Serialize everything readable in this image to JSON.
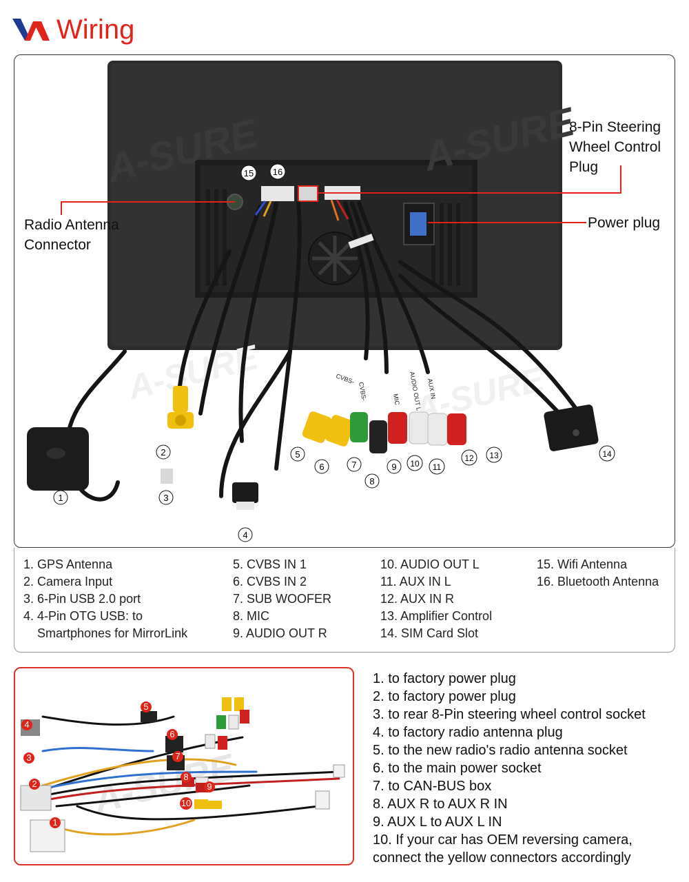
{
  "header": {
    "title": "Wiring"
  },
  "callouts": {
    "radio_antenna": "Radio Antenna Connector",
    "steering_plug": "8-Pin Steering Wheel Control Plug",
    "power_plug": "Power plug"
  },
  "watermark": "A-SURE",
  "legend": {
    "col1": [
      "1. GPS Antenna",
      "2. Camera Input",
      "3. 6-Pin USB 2.0 port",
      "4. 4-Pin OTG USB: to",
      "    Smartphones for MirrorLink"
    ],
    "col2": [
      "5. CVBS IN 1",
      "6. CVBS IN 2",
      "7. SUB WOOFER",
      "8. MIC",
      "9. AUDIO OUT R"
    ],
    "col3": [
      "10. AUDIO OUT L",
      "11. AUX IN L",
      "12. AUX IN R",
      "13. Amplifier Control",
      "14. SIM Card Slot"
    ],
    "col4": [
      "15. Wifi Antenna",
      "16. Bluetooth Antenna"
    ]
  },
  "diagram_numbers": [
    "1",
    "2",
    "3",
    "4",
    "5",
    "6",
    "7",
    "8",
    "9",
    "10",
    "11",
    "12",
    "13",
    "14",
    "15",
    "16"
  ],
  "cable_labels": [
    "CVBS-",
    "CVBS-",
    "MIC",
    "AUDIO OUT L",
    "AUX IN"
  ],
  "harness_list": [
    "1. to factory power plug",
    "2. to factory power plug",
    "3. to rear 8-Pin steering wheel control socket",
    "4. to factory radio antenna plug",
    "5. to the new radio's radio antenna socket",
    "6. to the main power socket",
    "7. to CAN-BUS box",
    "8. AUX R to AUX R IN",
    "9. AUX L to AUX L IN",
    "10. If your car has OEM reversing camera, connect the yellow connectors accordingly"
  ],
  "harness_numbers": [
    "1",
    "2",
    "3",
    "4",
    "5",
    "6",
    "7",
    "8",
    "9",
    "10"
  ],
  "colors": {
    "brand_red": "#e2231a",
    "brand_blue": "#1f3a93",
    "unit_body": "#2b2b2b"
  }
}
